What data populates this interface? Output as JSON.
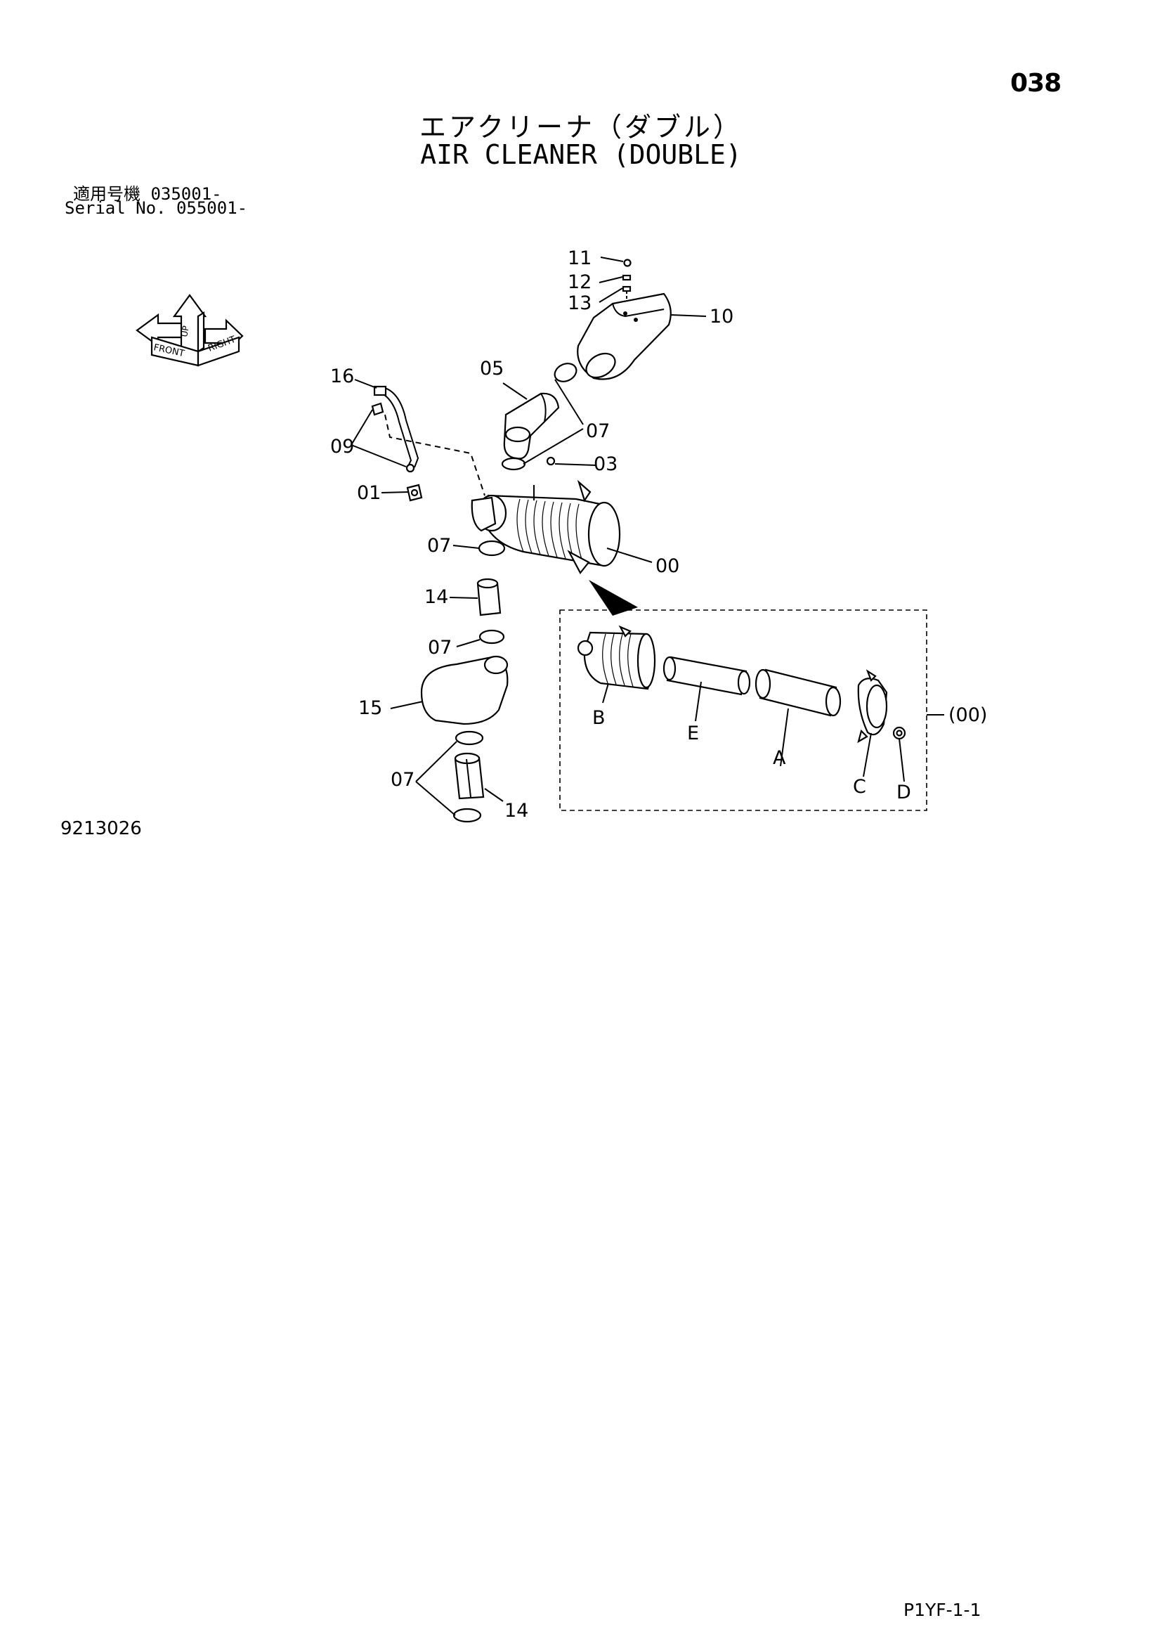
{
  "page_number": "038",
  "title_jp": "エアクリーナ（ダブル）",
  "title_en": "AIR CLEANER (DOUBLE)",
  "serial_jp": "適用号機  035001-",
  "serial_en": "Serial No. 055001-",
  "drawing_id": "9213026",
  "page_code": "P1YF-1-1",
  "orientation_labels": {
    "front": "FRONT",
    "right": "RIGHT",
    "up": "UP"
  },
  "callouts": {
    "c11": "11",
    "c12": "12",
    "c13": "13",
    "c10": "10",
    "c16": "16",
    "c05": "05",
    "c07a": "07",
    "c09": "09",
    "c03": "03",
    "c01": "01",
    "c07b": "07",
    "c00": "00",
    "c14a": "14",
    "c07c": "07",
    "c15": "15",
    "c07d": "07",
    "c14b": "14"
  },
  "detail": {
    "label": "(00)",
    "parts": {
      "A": "A",
      "B": "B",
      "C": "C",
      "D": "D",
      "E": "E"
    }
  }
}
